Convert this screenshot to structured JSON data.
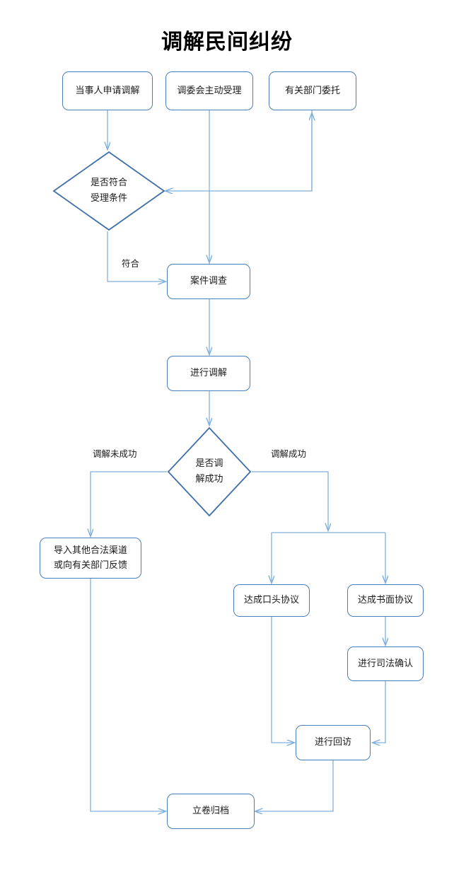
{
  "diagram": {
    "title": "调解民间纠纷",
    "type": "flowchart",
    "colors": {
      "node_border": "#4a7ebb",
      "node_fill": "#ffffff",
      "connector": "#7fb0de",
      "diamond_border": "#3f6fa8",
      "text": "#1a1a1a",
      "background": "#ffffff"
    },
    "nodes": [
      {
        "id": "apply",
        "shape": "rounded-rect",
        "lines": [
          "当事人申请调解"
        ]
      },
      {
        "id": "committee",
        "shape": "rounded-rect",
        "lines": [
          "调委会主动受理"
        ]
      },
      {
        "id": "entrust",
        "shape": "rounded-rect",
        "lines": [
          "有关部门委托"
        ]
      },
      {
        "id": "check",
        "shape": "diamond",
        "lines": [
          "是否符合",
          "受理条件"
        ]
      },
      {
        "id": "investigate",
        "shape": "rounded-rect",
        "lines": [
          "案件调查"
        ]
      },
      {
        "id": "mediate",
        "shape": "rounded-rect",
        "lines": [
          "进行调解"
        ]
      },
      {
        "id": "success",
        "shape": "diamond",
        "lines": [
          "是否调",
          "解成功"
        ]
      },
      {
        "id": "other",
        "shape": "rounded-rect",
        "lines": [
          "导入其他合法渠道",
          "或向有关部门反馈"
        ]
      },
      {
        "id": "oral",
        "shape": "rounded-rect",
        "lines": [
          "达成口头协议"
        ]
      },
      {
        "id": "written",
        "shape": "rounded-rect",
        "lines": [
          "达成书面协议"
        ]
      },
      {
        "id": "judicial",
        "shape": "rounded-rect",
        "lines": [
          "进行司法确认"
        ]
      },
      {
        "id": "followup",
        "shape": "rounded-rect",
        "lines": [
          "进行回访"
        ]
      },
      {
        "id": "archive",
        "shape": "rounded-rect",
        "lines": [
          "立卷归档"
        ]
      }
    ],
    "edge_labels": [
      {
        "id": "conform",
        "text": "符合"
      },
      {
        "id": "not-successful",
        "text": "调解未成功"
      },
      {
        "id": "successful",
        "text": "调解成功"
      }
    ],
    "edges": [
      {
        "from": "apply",
        "to": "check",
        "label": ""
      },
      {
        "from": "committee",
        "to": "investigate",
        "label": ""
      },
      {
        "from": "entrust",
        "to": "check",
        "label": ""
      },
      {
        "from": "check",
        "to": "investigate",
        "label": "符合"
      },
      {
        "from": "investigate",
        "to": "mediate",
        "label": ""
      },
      {
        "from": "mediate",
        "to": "success",
        "label": ""
      },
      {
        "from": "success",
        "to": "other",
        "label": "调解未成功"
      },
      {
        "from": "success",
        "to": "oral",
        "label": "调解成功"
      },
      {
        "from": "success",
        "to": "written",
        "label": "调解成功"
      },
      {
        "from": "written",
        "to": "judicial",
        "label": ""
      },
      {
        "from": "oral",
        "to": "followup",
        "label": ""
      },
      {
        "from": "judicial",
        "to": "followup",
        "label": ""
      },
      {
        "from": "followup",
        "to": "archive",
        "label": ""
      },
      {
        "from": "other",
        "to": "archive",
        "label": ""
      }
    ]
  }
}
